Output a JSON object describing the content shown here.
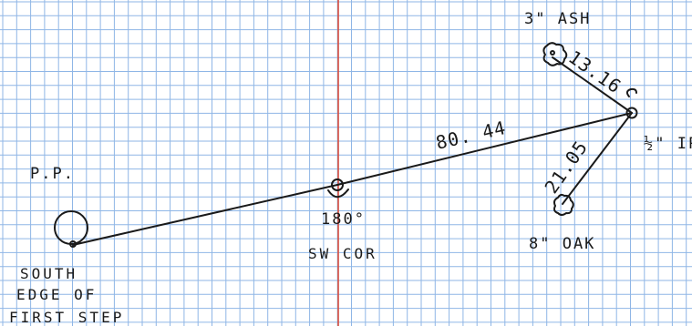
{
  "labels": {
    "pp": "P.P.",
    "south_edge_line1": "SOUTH",
    "south_edge_line2": "EDGE OF",
    "south_edge_line3": "FIRST STEP",
    "angle": "180°",
    "sw_corner": "SW COR",
    "ash": "3\" ASH",
    "iron_pipe": "½\" IP",
    "oak": "8\" OAK"
  },
  "measurements": {
    "main_line": "80. 44",
    "to_ash": "13.16",
    "to_oak": "21.05"
  },
  "colors": {
    "grid": "#8fb6e6",
    "axis_line": "#d84a3a",
    "ink": "#1a1a1a",
    "paper": "#ffffff"
  }
}
